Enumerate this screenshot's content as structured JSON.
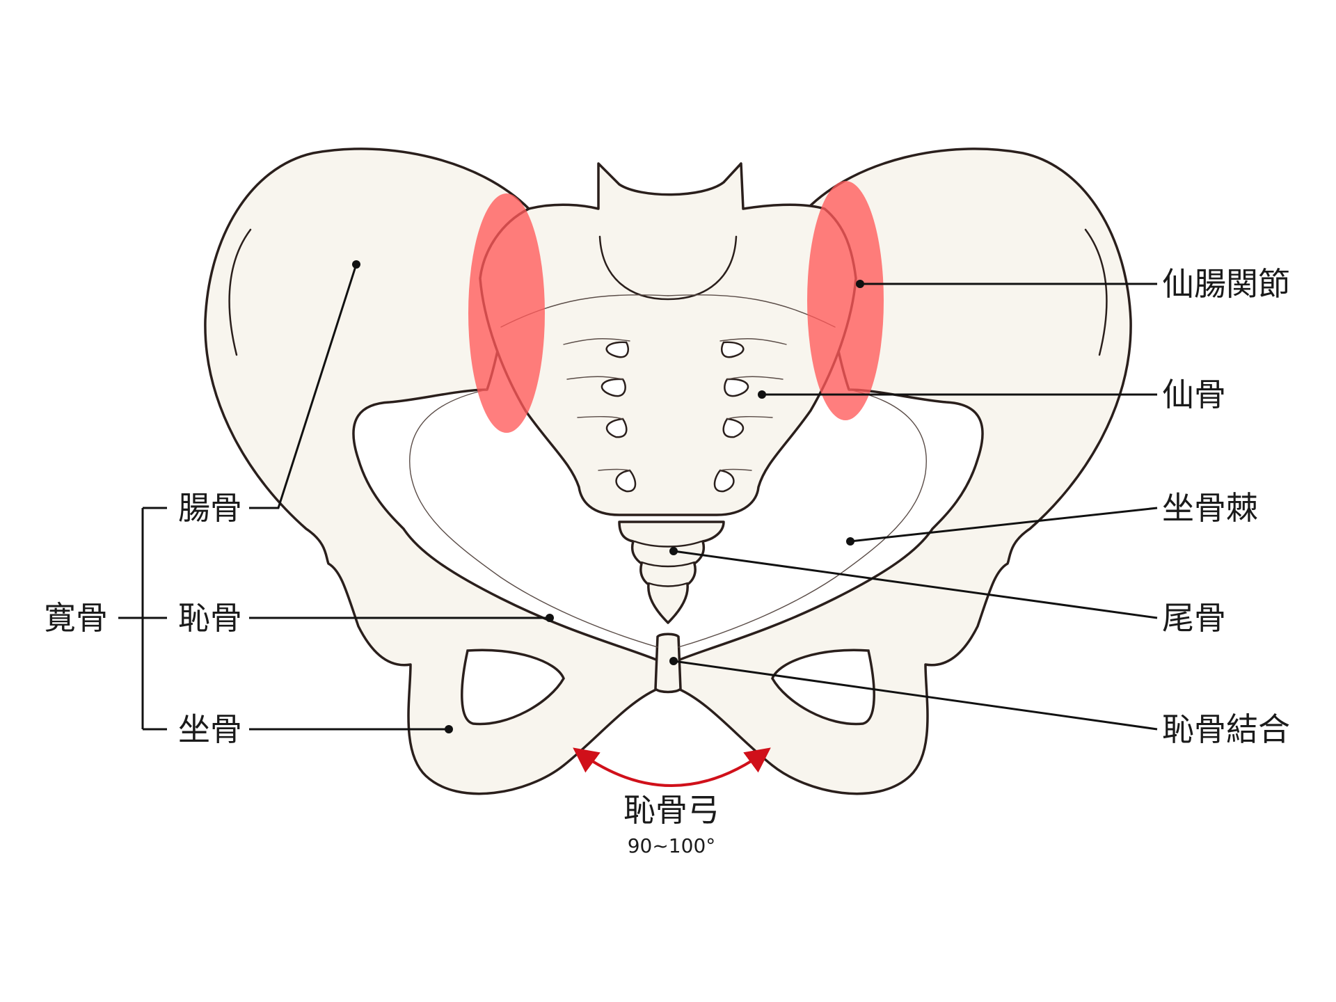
{
  "labels": {
    "hip_bone": "寛骨",
    "ilium": "腸骨",
    "pubis": "恥骨",
    "ischium": "坐骨",
    "sacroiliac_joint": "仙腸関節",
    "sacrum": "仙骨",
    "ischial_spine": "坐骨棘",
    "coccyx": "尾骨",
    "pubic_symphysis": "恥骨結合",
    "pubic_arch": "恥骨弓",
    "pubic_arch_angle": "90~100°"
  },
  "colors": {
    "bone_fill": "#f8f5ee",
    "outline": "#2a1f1c",
    "joint_highlight": "#ff5a5a",
    "arch_arrow": "#d0101a"
  }
}
